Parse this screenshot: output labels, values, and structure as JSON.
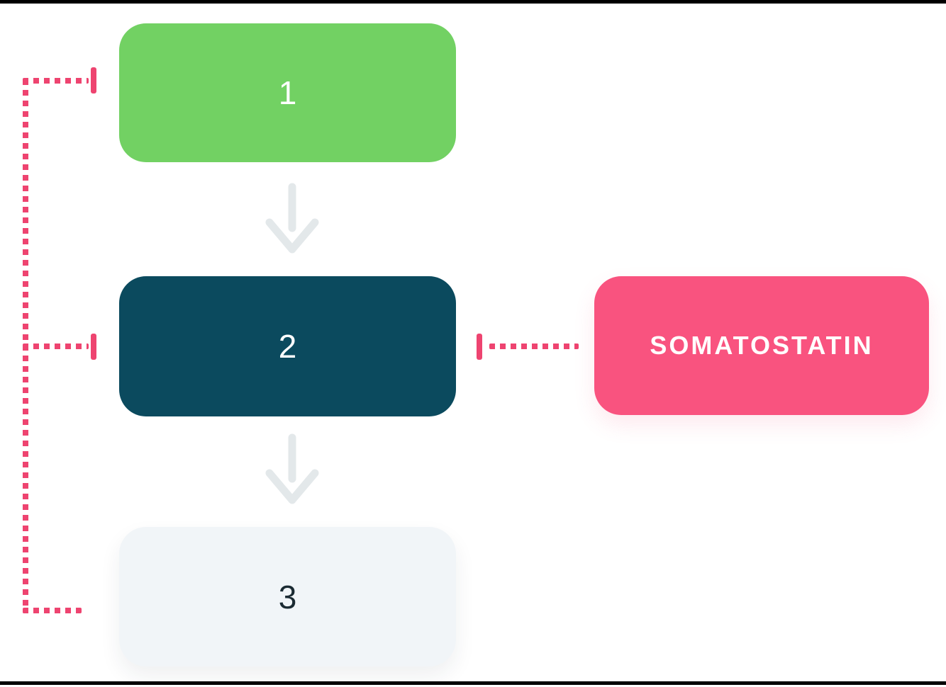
{
  "diagram": {
    "type": "flow-diagram",
    "boxes": [
      {
        "id": "step-1",
        "label": "1",
        "fill": "#72D163",
        "text_color": "#FFFFFF"
      },
      {
        "id": "step-2",
        "label": "2",
        "fill": "#0B4A5E",
        "text_color": "#FFFFFF"
      },
      {
        "id": "step-3",
        "label": "3",
        "fill": "#F1F5F8",
        "text_color": "#1B2B33"
      },
      {
        "id": "somatostatin",
        "label": "SOMATOSTATIN",
        "fill": "#F9537F",
        "text_color": "#FFFFFF"
      }
    ],
    "connectors": [
      {
        "from": "step-1",
        "to": "step-2",
        "style": "solid-arrow",
        "color": "#E3E8EA"
      },
      {
        "from": "step-2",
        "to": "step-3",
        "style": "solid-arrow",
        "color": "#E3E8EA"
      },
      {
        "from": "somatostatin",
        "to": "step-2",
        "style": "dotted-inhibition-tbar",
        "color": "#EE4470"
      },
      {
        "from": "step-3",
        "to": "step-1",
        "style": "dotted-inhibition-tbar",
        "color": "#EE4470"
      },
      {
        "from": "step-3",
        "to": "step-2",
        "style": "dotted-inhibition-tbar",
        "color": "#EE4470"
      }
    ],
    "frame": {
      "top_bar_color": "#000000",
      "bottom_bar_color": "#000000"
    }
  }
}
